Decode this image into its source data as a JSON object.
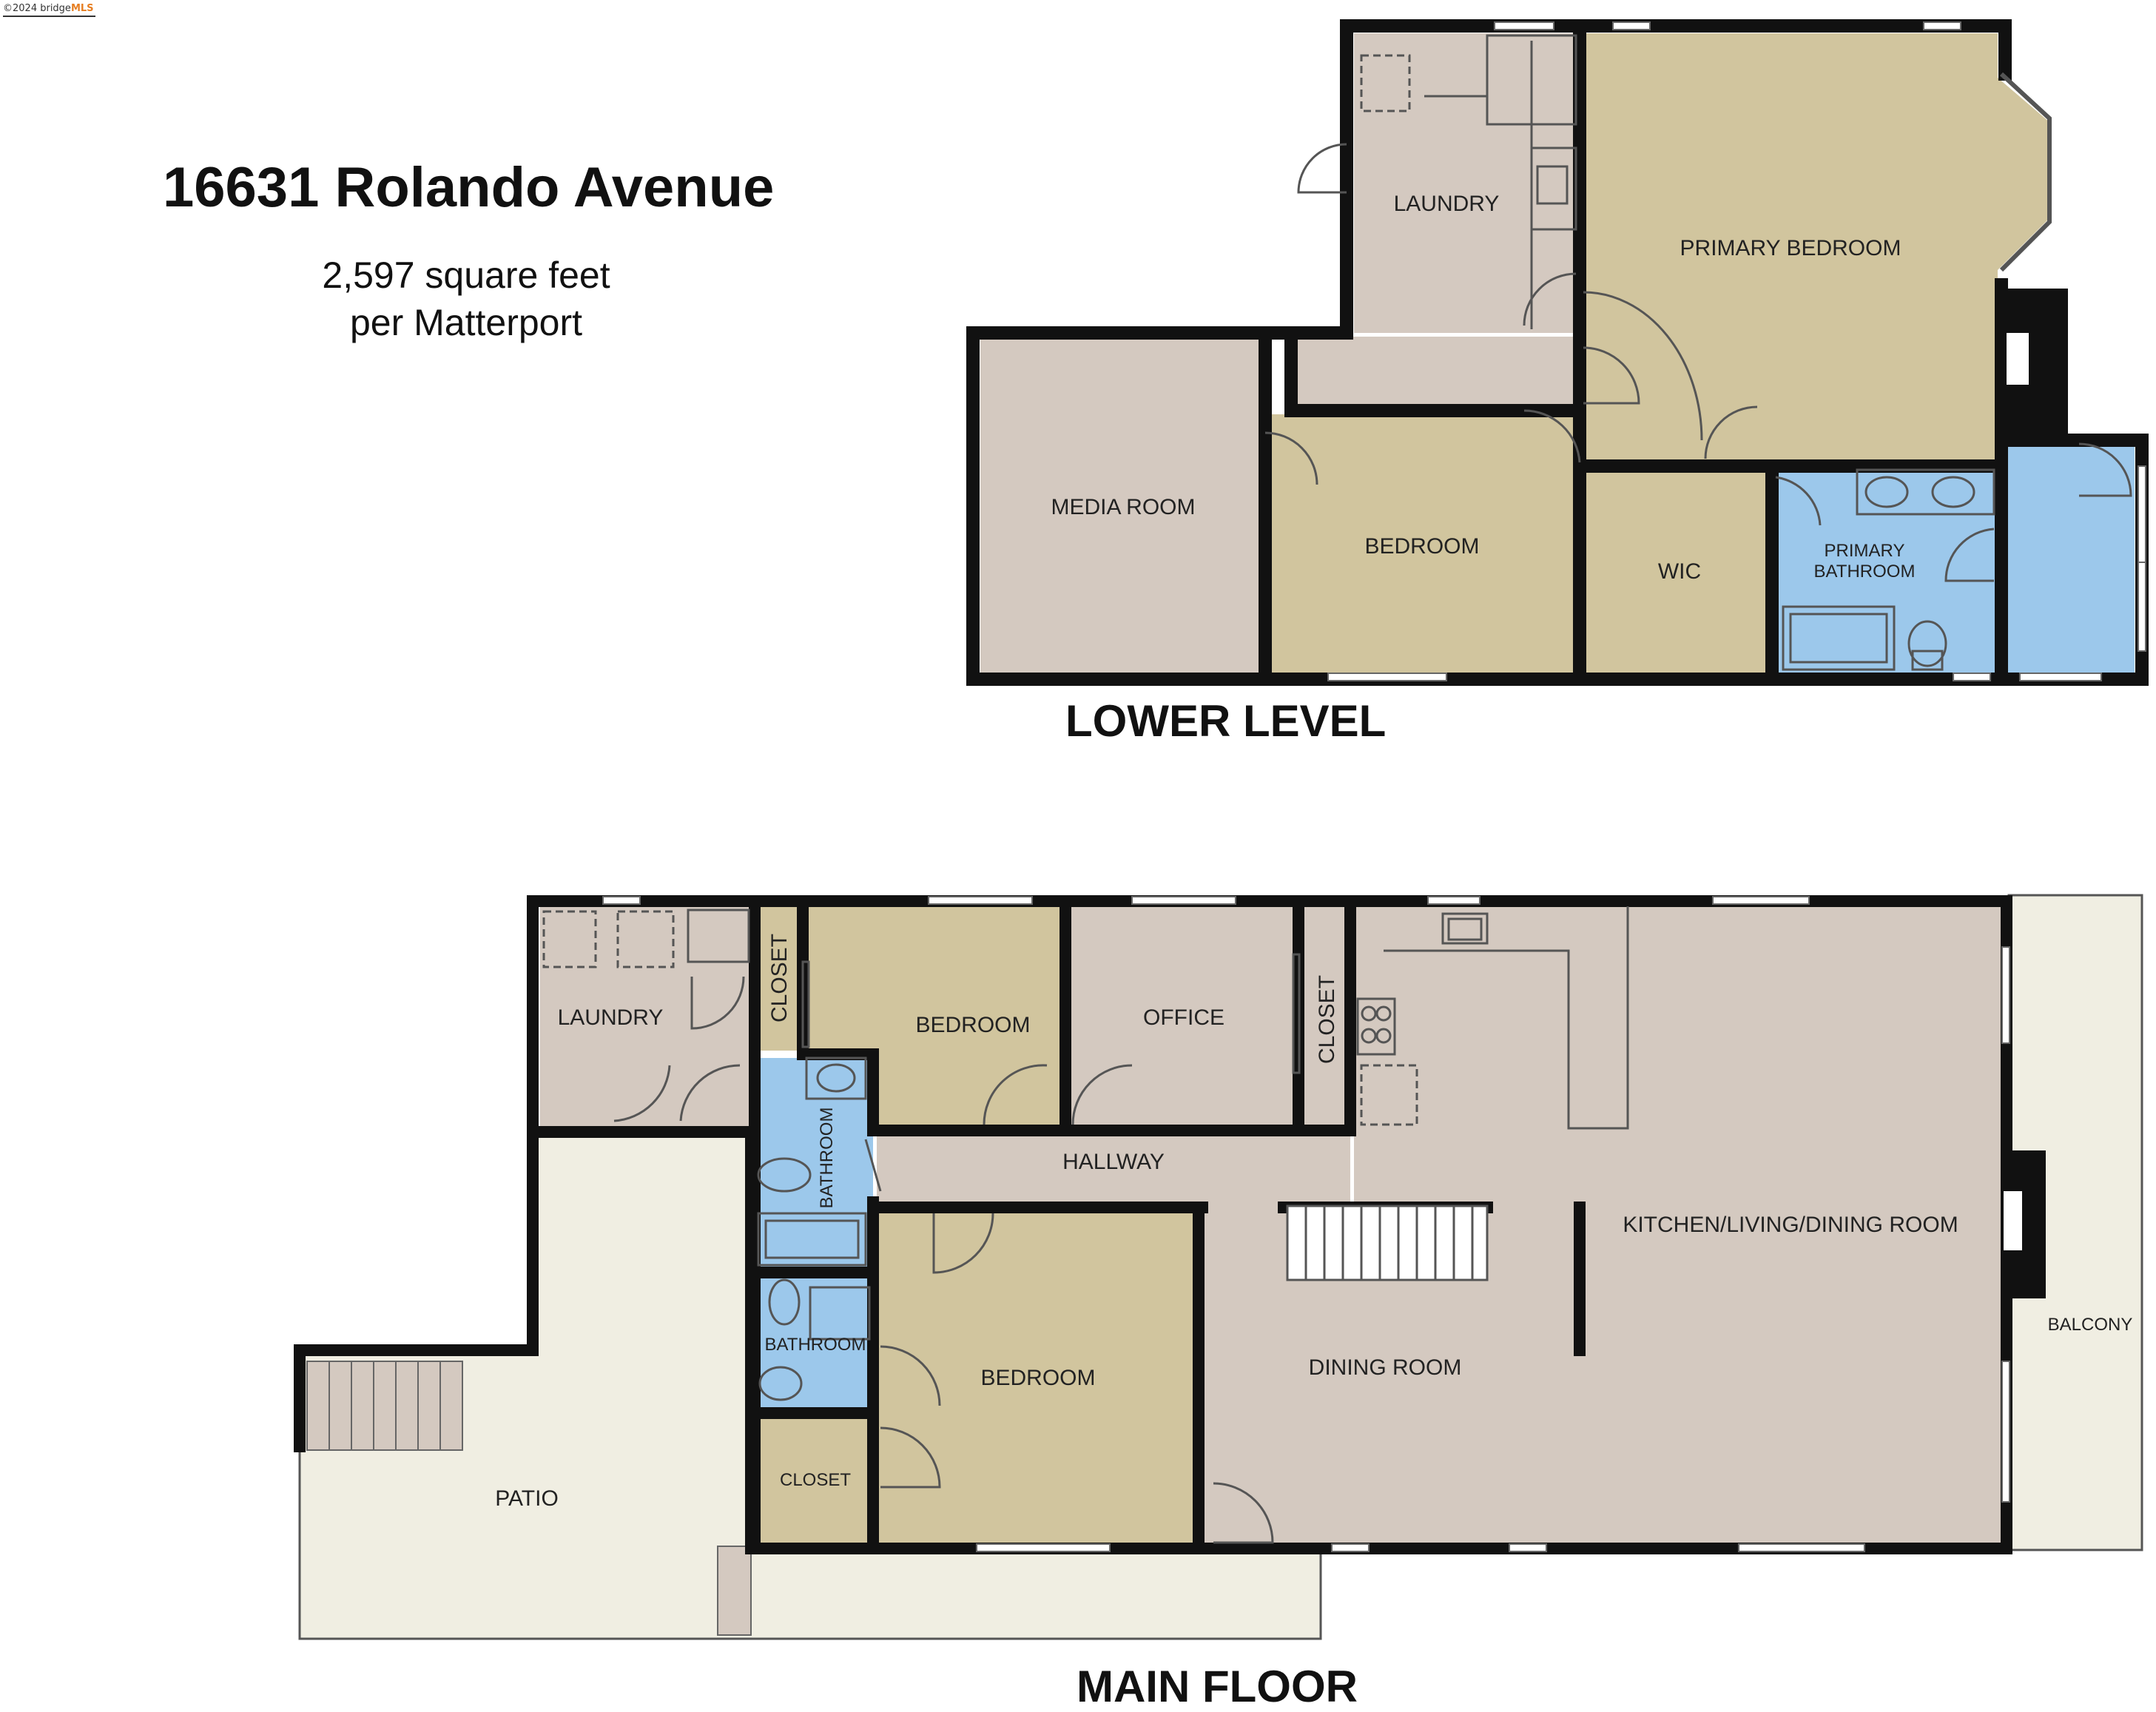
{
  "watermark": {
    "prefix": "©2024 bridge",
    "brand": "MLS"
  },
  "header": {
    "address": "16631 Rolando Avenue",
    "area": "2,597 square feet",
    "source": "per Matterport"
  },
  "levels": {
    "lower": "LOWER LEVEL",
    "main": "MAIN FLOOR"
  },
  "rooms": {
    "lower": {
      "laundry": "LAUNDRY",
      "primary_bedroom": "PRIMARY BEDROOM",
      "media_room": "MEDIA ROOM",
      "bedroom": "BEDROOM",
      "wic": "WIC",
      "primary_bathroom_1": "PRIMARY",
      "primary_bathroom_2": "BATHROOM"
    },
    "main": {
      "laundry": "LAUNDRY",
      "closet_1": "CLOSET",
      "bedroom_1": "BEDROOM",
      "office": "OFFICE",
      "closet_2": "CLOSET",
      "bathroom_1": "BATHROOM",
      "hallway": "HALLWAY",
      "kitchen_living_dining": "KITCHEN/LIVING/DINING ROOM",
      "bathroom_2": "BATHROOM",
      "bedroom_2": "BEDROOM",
      "dining_room": "DINING ROOM",
      "balcony": "BALCONY",
      "closet_3": "CLOSET",
      "patio": "PATIO"
    }
  },
  "colors": {
    "wall": "#111111",
    "gray_room": "#d4c9c0",
    "olive_room": "#d1c59e",
    "bath_blue": "#9cc8eb",
    "patio": "#f0eee2",
    "fixture": "#555555"
  }
}
